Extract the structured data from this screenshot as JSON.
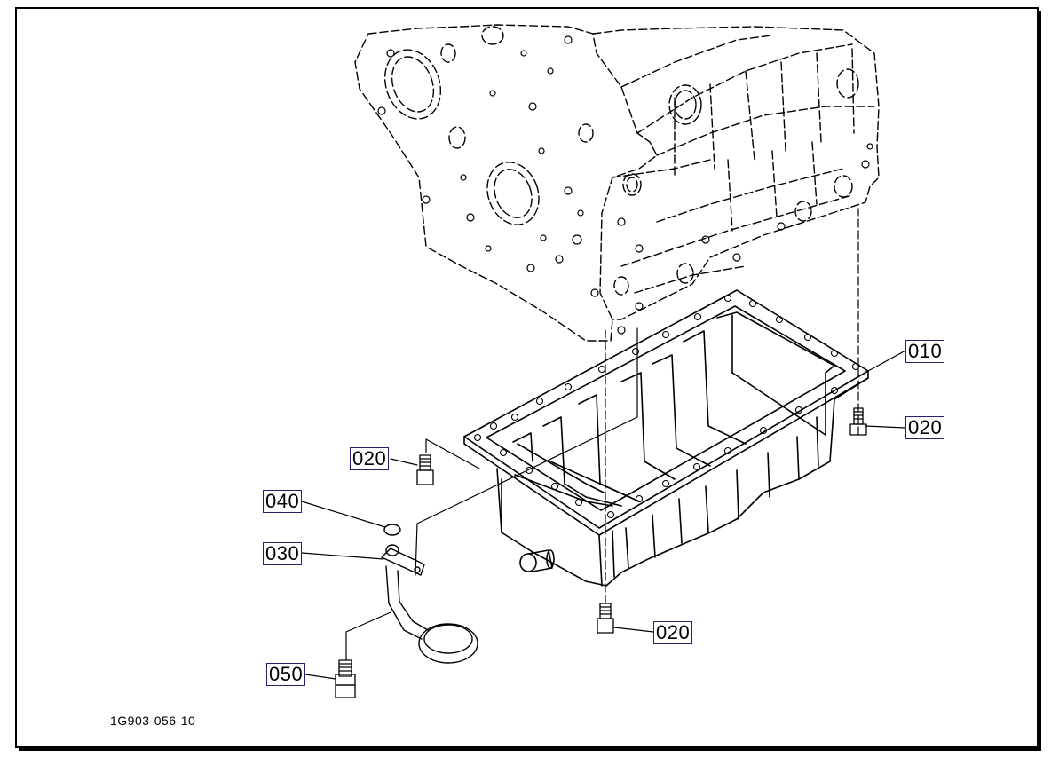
{
  "diagram": {
    "drawing_id": "1G903-056-10",
    "callouts": {
      "oil_pan": "010",
      "bolt_right": "020",
      "bolt_left": "020",
      "bolt_bottom": "020",
      "oil_strainer": "030",
      "o_ring": "040",
      "bolt_strainer": "050"
    }
  }
}
